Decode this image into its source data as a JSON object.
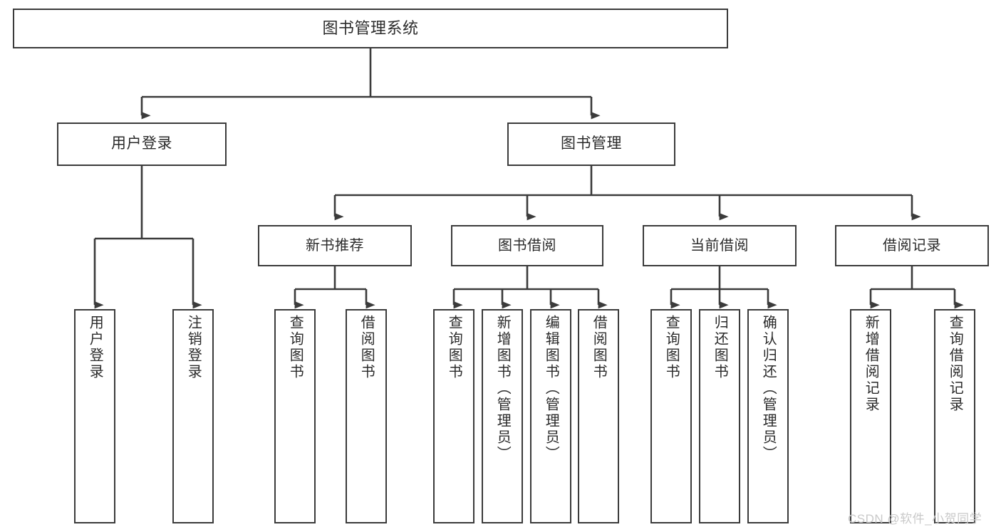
{
  "diagram": {
    "type": "tree-hierarchy-chart",
    "title": "图书管理系统",
    "line_color": "#3b3b3b",
    "text_color": "#2b2b2b",
    "background": "#ffffff",
    "root": {
      "label": "图书管理系统"
    },
    "level1": [
      {
        "label": "用户登录"
      },
      {
        "label": "图书管理"
      }
    ],
    "level2": [
      {
        "label": "新书推荐"
      },
      {
        "label": "图书借阅"
      },
      {
        "label": "当前借阅"
      },
      {
        "label": "借阅记录"
      }
    ],
    "leaves": {
      "user_login": [
        {
          "label": "用户登录"
        },
        {
          "label": "注销登录"
        }
      ],
      "new_book_recommend": [
        {
          "label": "查询图书"
        },
        {
          "label": "借阅图书"
        }
      ],
      "book_borrow": [
        {
          "label": "查询图书"
        },
        {
          "label": "新增图书（管理员）"
        },
        {
          "label": "编辑图书（管理员）"
        },
        {
          "label": "借阅图书"
        }
      ],
      "current_borrow": [
        {
          "label": "查询图书"
        },
        {
          "label": "归还图书"
        },
        {
          "label": "确认归还（管理员）"
        }
      ],
      "borrow_record": [
        {
          "label": "新增借阅记录"
        },
        {
          "label": "查询借阅记录"
        }
      ]
    }
  },
  "watermark": {
    "text": "CSDN @软件_小贺同学"
  }
}
